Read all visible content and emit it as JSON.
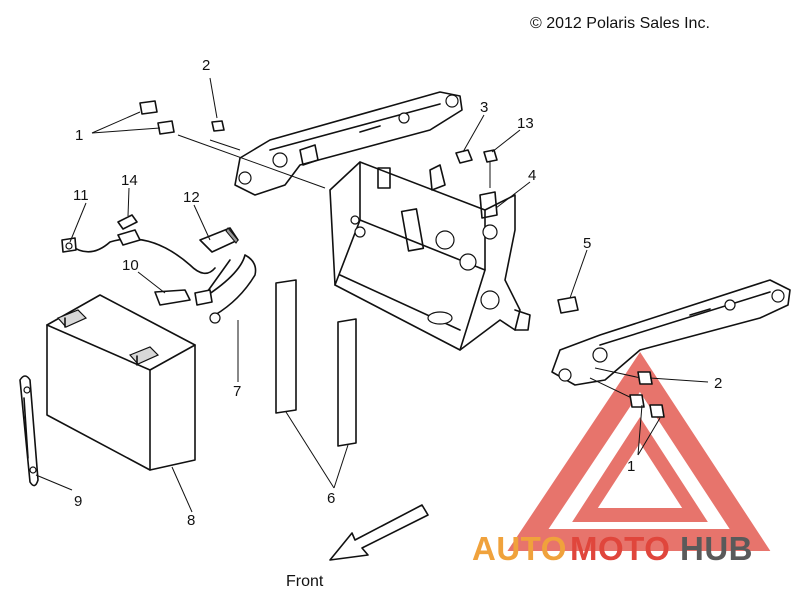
{
  "copyright": "© 2012 Polaris Sales Inc.",
  "front_label": "Front",
  "watermark": {
    "part1": "AUTO",
    "part2": "MOTO",
    "part3": "HUB",
    "color_orange": "#f0a23c",
    "color_red": "#e0463c",
    "color_dark": "#5a5a5a"
  },
  "callouts": {
    "c1_left": "1",
    "c2_top": "2",
    "c3": "3",
    "c13": "13",
    "c4": "4",
    "c14": "14",
    "c11": "11",
    "c12": "12",
    "c10": "10",
    "c5": "5",
    "c7": "7",
    "c2_right": "2",
    "c1_right": "1",
    "c6": "6",
    "c9": "9",
    "c8": "8"
  }
}
